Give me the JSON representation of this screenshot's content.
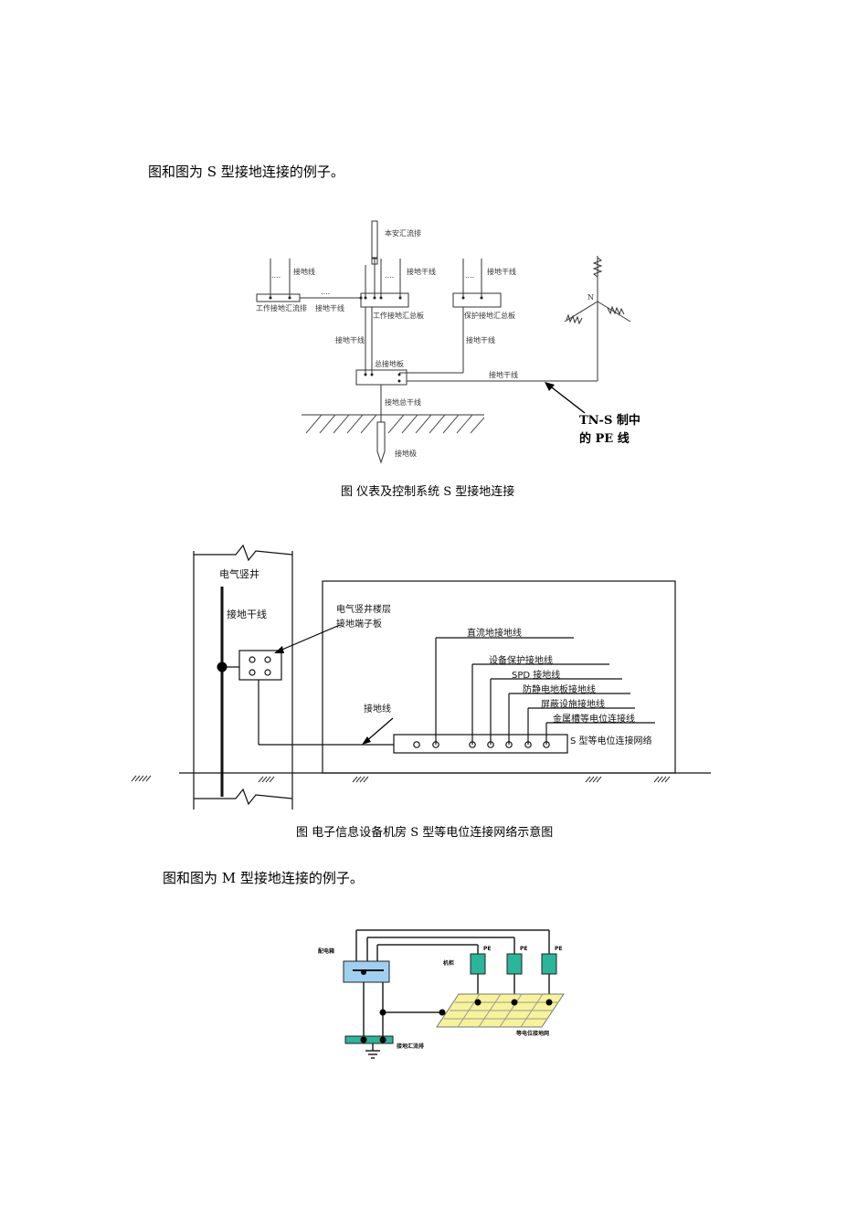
{
  "paragraphs": {
    "s_type_intro": "图和图为 S 型接地连接的例子。",
    "m_type_intro": "图和图为 M 型接地连接的例子。"
  },
  "figure1": {
    "caption": "图 仪表及控制系统 S 型接地连接",
    "labels": {
      "local_bus": "本安汇流排",
      "ground_wire": "接地线",
      "ground_trunk_a": "接地干线",
      "ground_trunk_b": "接地干线",
      "work_bus": "工作接地汇流排",
      "ground_trunk_c": "接地干线",
      "work_board": "工作接地汇总板",
      "protect_board": "保护接地汇总板",
      "ground_trunk_d": "接地干线",
      "ground_trunk_e": "接地干线",
      "main_board": "总接地板",
      "ground_trunk_f": "接地干线",
      "main_trunk": "接地总干线",
      "electrode": "接地极",
      "neutral": "N",
      "pe_line_1": "TN-S 制中",
      "pe_line_2": "的 PE 线",
      "dots": "...."
    }
  },
  "figure2": {
    "caption": "图 电子信息设备机房 S 型等电位连接网络示意图",
    "labels": {
      "shaft": "电气竖井",
      "trunk": "接地干线",
      "floor_board_1": "电气竖井楼层",
      "floor_board_2": "接地端子板",
      "dc_ground": "直流地接地线",
      "equip_protect": "设备保护接地线",
      "spd": "SPD 接地线",
      "antistatic": "防静电地板接地线",
      "shield": "屏蔽设施接地线",
      "tray": "金属槽等电位连接线",
      "ground_line": "接地线",
      "network": "S 型等电位连接网络"
    }
  },
  "figure3": {
    "labels": {
      "dist_box": "配电箱",
      "equipment": "机柜",
      "pe1": "PE",
      "pe2": "PE",
      "pe3": "PE",
      "mesh": "等电位接地网",
      "bus": "接地汇流排"
    },
    "colors": {
      "dist_box": "#9fd0f0",
      "cabinet": "#2bb59a",
      "mesh": "#f6f39a",
      "bus": "#2bb59a"
    }
  }
}
